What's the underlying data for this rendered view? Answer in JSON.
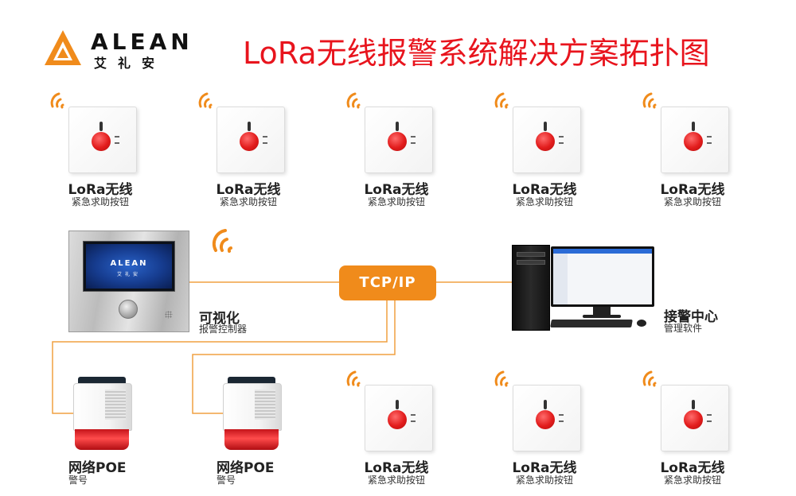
{
  "logo": {
    "name_en": "ALEAN",
    "name_cn": "艾礼安",
    "color": "#f08b1b"
  },
  "title": "LoRa无线报警系统解决方案拓扑图",
  "button_label": {
    "main": "LoRa无线",
    "sub": "紧急求助按钮"
  },
  "control_panel": {
    "main": "可视化",
    "sub": "报警控制器",
    "screen_logo": "ALEAN",
    "screen_cn": "艾礼安"
  },
  "network": {
    "label": "TCP/IP",
    "color": "#f08b1b"
  },
  "center": {
    "main": "接警中心",
    "sub": "管理软件"
  },
  "siren": {
    "main": "网络POE",
    "sub": "警号"
  },
  "colors": {
    "title": "#e8141d",
    "line": "#f0a040",
    "wifi": "#f08b1b",
    "button": "#e21c1c"
  }
}
